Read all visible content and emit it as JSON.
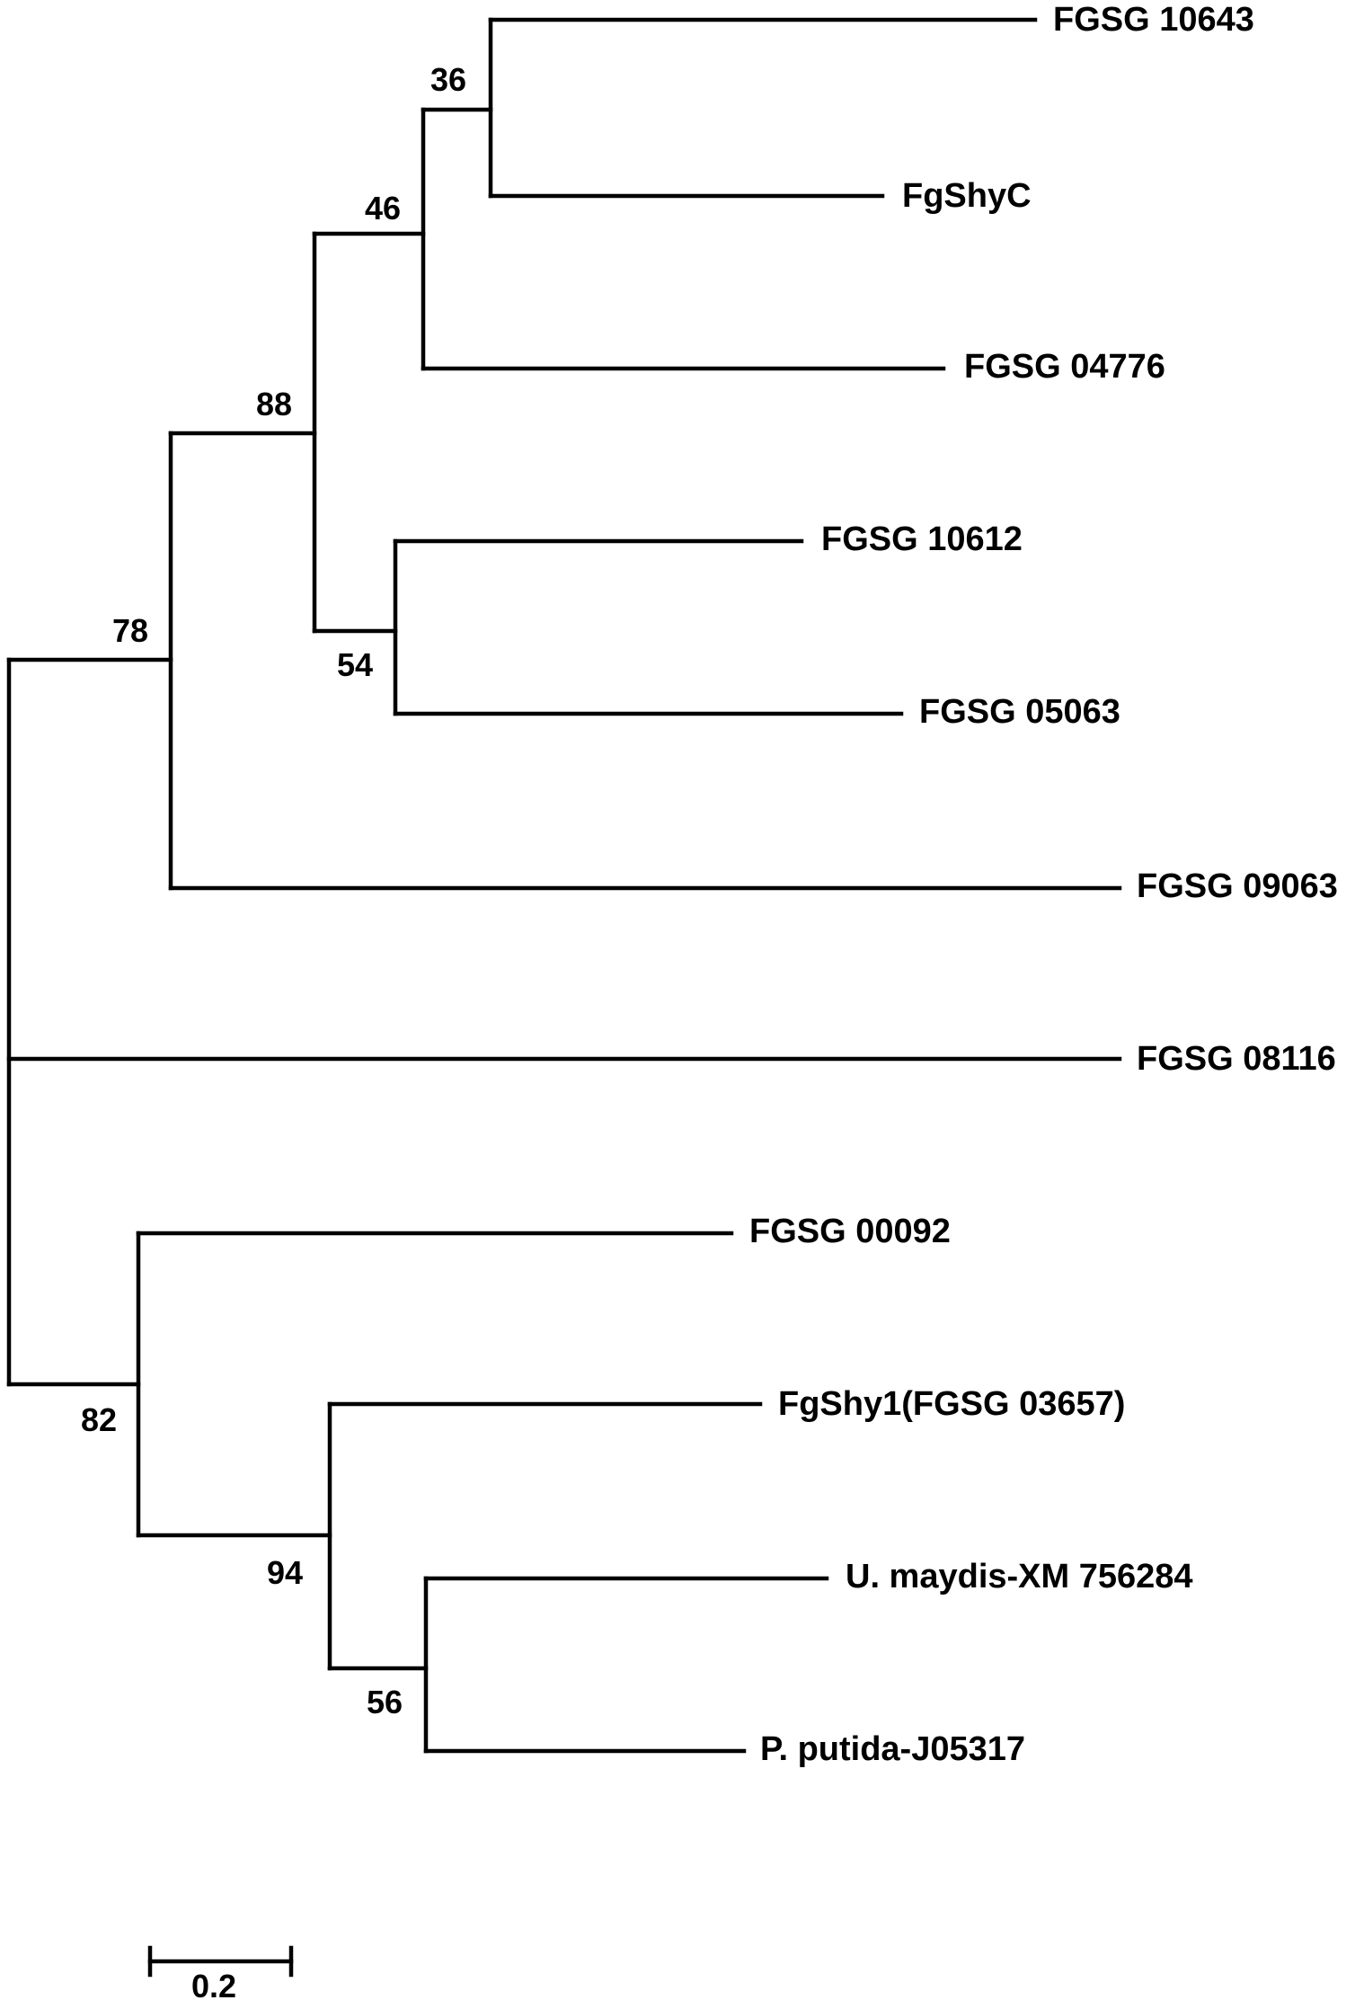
{
  "tree": {
    "leaves": [
      {
        "id": "l1",
        "label": "FGSG 10643"
      },
      {
        "id": "l2",
        "label": "FgShyC"
      },
      {
        "id": "l3",
        "label": "FGSG 04776"
      },
      {
        "id": "l4",
        "label": "FGSG 10612"
      },
      {
        "id": "l5",
        "label": "FGSG 05063"
      },
      {
        "id": "l6",
        "label": "FGSG 09063"
      },
      {
        "id": "l7",
        "label": "FGSG 08116"
      },
      {
        "id": "l8",
        "label": "FGSG 00092"
      },
      {
        "id": "l9",
        "label": "FgShy1(FGSG 03657)"
      },
      {
        "id": "l10",
        "label": "U. maydis-XM 756284"
      },
      {
        "id": "l11",
        "label": "P. putida-J05317"
      }
    ],
    "nodes": [
      {
        "id": "n36",
        "support": "36"
      },
      {
        "id": "n46",
        "support": "46"
      },
      {
        "id": "n54",
        "support": "54"
      },
      {
        "id": "n88",
        "support": "88"
      },
      {
        "id": "n78",
        "support": "78"
      },
      {
        "id": "n56",
        "support": "56"
      },
      {
        "id": "n94",
        "support": "94"
      },
      {
        "id": "n82",
        "support": "82"
      }
    ],
    "scale_bar": {
      "label": "0.2",
      "length": 0.2
    }
  }
}
